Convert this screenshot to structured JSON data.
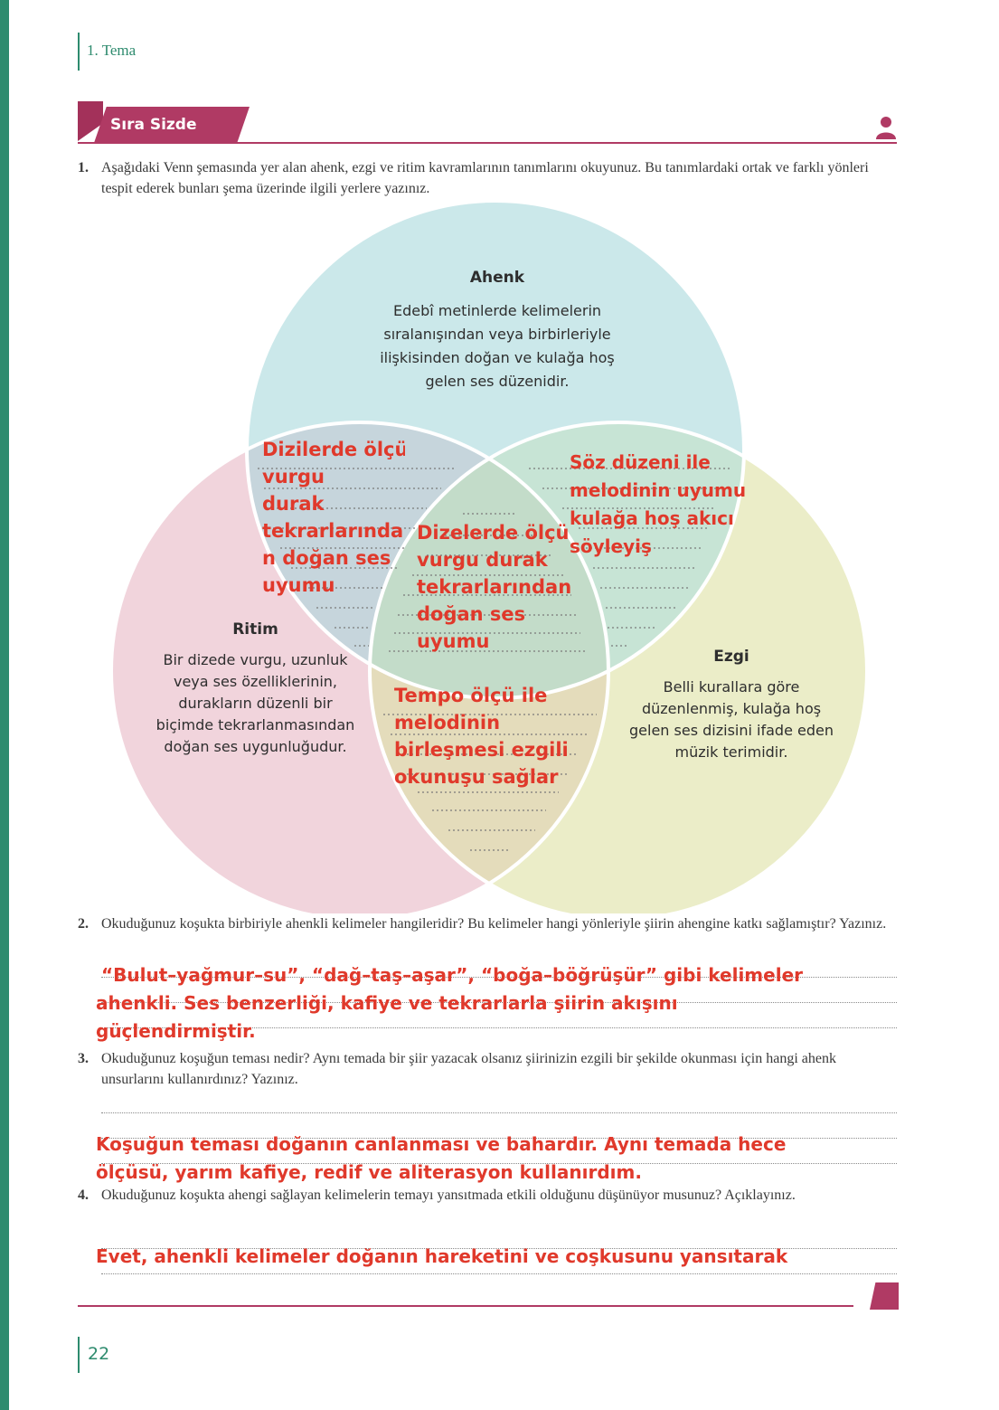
{
  "header": {
    "section": "1. Tema"
  },
  "activity": {
    "title": "Sıra Sizde"
  },
  "questions": [
    {
      "num": "1.",
      "text": "Aşağıdaki Venn şemasında yer alan ahenk, ezgi ve ritim kavramlarının tanımlarını okuyunuz. Bu tanımlardaki ortak ve farklı yönleri tespit ederek bunları şema üzerinde ilgili yerlere yazınız."
    },
    {
      "num": "2.",
      "text": "Okuduğunuz koşukta birbiriyle ahenkli kelimeler hangileridir? Bu kelimeler hangi yönleriyle şiirin ahengine katkı sağlamıştır? Yazınız."
    },
    {
      "num": "3.",
      "text": "Okuduğunuz koşuğun teması nedir? Aynı temada bir şiir yazacak olsanız şiirinizin ezgili bir şekilde okunması için hangi ahenk unsurlarını kullanırdınız? Yazınız."
    },
    {
      "num": "4.",
      "text": "Okuduğunuz koşukta ahengi sağlayan kelimelerin temayı yansıtmada etkili olduğunu düşünüyor musunuz? Açıklayınız."
    }
  ],
  "venn": {
    "colors": {
      "ahenk": "#cbe8ea",
      "ritim": "#f1d4dc",
      "ezgi": "#ebedc8",
      "ahenk_ritim": "#c6d5dc",
      "ahenk_ezgi": "#c7e4d5",
      "ritim_ezgi": "#e4dcbb",
      "center": "#c3dcc9"
    },
    "ahenk": {
      "title": "Ahenk",
      "desc": [
        "Edebî metinlerde kelimelerin",
        "sıralanışından veya birbirleriyle",
        "ilişkisinden doğan ve kulağa hoş",
        "gelen ses düzenidir."
      ]
    },
    "ritim": {
      "title": "Ritim",
      "desc": [
        "Bir dizede vurgu, uzunluk",
        "veya ses özelliklerinin,",
        "durakların düzenli bir",
        "biçimde tekrarlanmasından",
        "doğan ses uygunluğudur."
      ]
    },
    "ezgi": {
      "title": "Ezgi",
      "desc": [
        "Belli kurallara göre",
        "düzenlenmiş, kulağa hoş",
        "gelen ses dizisini ifade eden",
        "müzik terimidir."
      ]
    }
  },
  "answers": {
    "ahenk_ritim": [
      "Dizilerde ölçü",
      "vurgu",
      "durak",
      "tekrarlarında",
      "n doğan ses",
      "uyumu"
    ],
    "ahenk_ezgi": [
      "Söz düzeni ile",
      "melodinin uyumu",
      "kulağa hoş akıcı",
      "söyleyiş"
    ],
    "center": [
      "Dizelerde ölçü",
      "vurgu durak",
      "tekrarlarından",
      "doğan ses",
      "uyumu"
    ],
    "ritim_ezgi": [
      "Tempo ölçü ile",
      "melodinin",
      "birleşmesi ezgili",
      "okunuşu sağlar"
    ],
    "q2": [
      "“Bulut–yağmur–su”, “dağ–taş–aşar”, “boğa–böğrüşür” gibi kelimeler",
      "ahenkli. Ses benzerliği, kafiye ve tekrarlarla şiirin akışını",
      "güçlendirmiştir."
    ],
    "q3": [
      "Koşuğun teması doğanın canlanması ve bahardır. Aynı temada hece",
      "ölçüsü, yarım kafiye, redif ve aliterasyon kullanırdım."
    ],
    "q4": [
      "Evet, ahenkli kelimeler doğanın hareketini ve coşkusunu yansıtarak"
    ]
  },
  "footer": {
    "page": "22"
  }
}
